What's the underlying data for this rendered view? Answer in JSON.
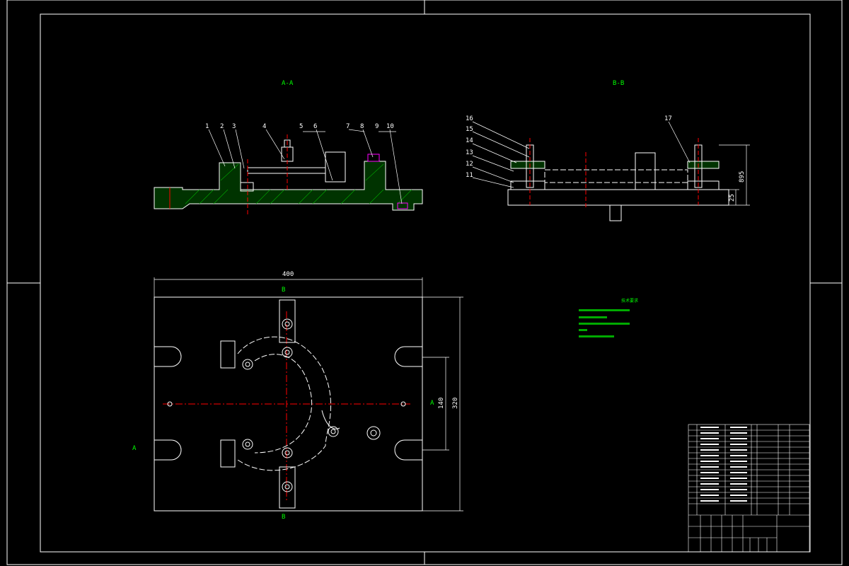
{
  "views": {
    "section_aa_title": "A-A",
    "section_bb_title": "B-B"
  },
  "balloons_aa": [
    "1",
    "2",
    "3",
    "4",
    "5",
    "6",
    "7",
    "8",
    "9",
    "10"
  ],
  "balloons_bb": [
    "16",
    "15",
    "14",
    "13",
    "12",
    "11",
    "17"
  ],
  "dimensions": {
    "width_400": "400",
    "height_320": "320",
    "spacing_140": "140",
    "height_895": "895",
    "base_25": "25"
  },
  "section_markers": {
    "b_top": "B",
    "b_bottom": "B",
    "a_left": "A",
    "a_right": "A"
  },
  "notes_title": "技术要求",
  "colors": {
    "background": "#000000",
    "outline": "#ffffff",
    "centerline": "#ff0000",
    "dimension": "#00ff00",
    "hatch": "#00cc00"
  }
}
